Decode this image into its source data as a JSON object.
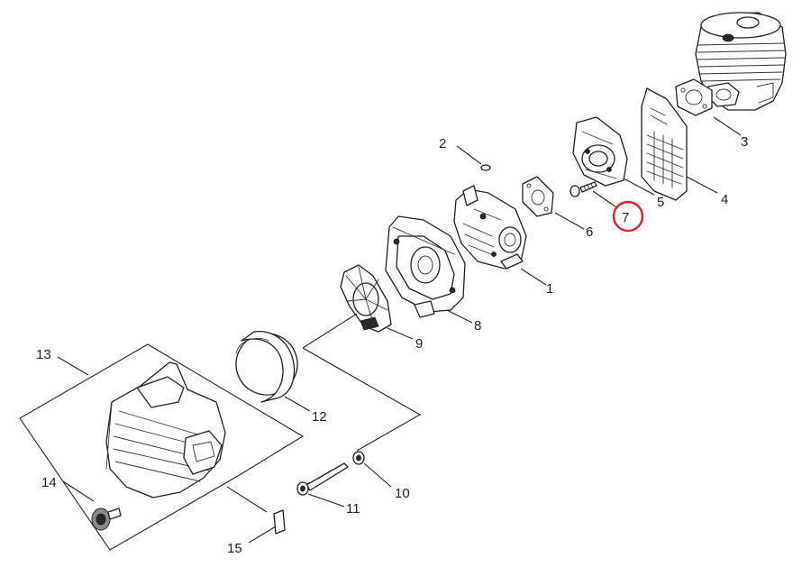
{
  "callouts": [
    {
      "id": "1",
      "label": "1"
    },
    {
      "id": "2",
      "label": "2"
    },
    {
      "id": "3",
      "label": "3"
    },
    {
      "id": "4",
      "label": "4"
    },
    {
      "id": "5",
      "label": "5"
    },
    {
      "id": "6",
      "label": "6"
    },
    {
      "id": "7",
      "label": "7"
    },
    {
      "id": "8",
      "label": "8"
    },
    {
      "id": "9",
      "label": "9"
    },
    {
      "id": "10",
      "label": "10"
    },
    {
      "id": "11",
      "label": "11"
    },
    {
      "id": "12",
      "label": "12"
    },
    {
      "id": "13",
      "label": "13"
    },
    {
      "id": "14",
      "label": "14"
    },
    {
      "id": "15",
      "label": "15"
    }
  ],
  "highlight": {
    "callout": "7",
    "color": "#e0202a"
  }
}
